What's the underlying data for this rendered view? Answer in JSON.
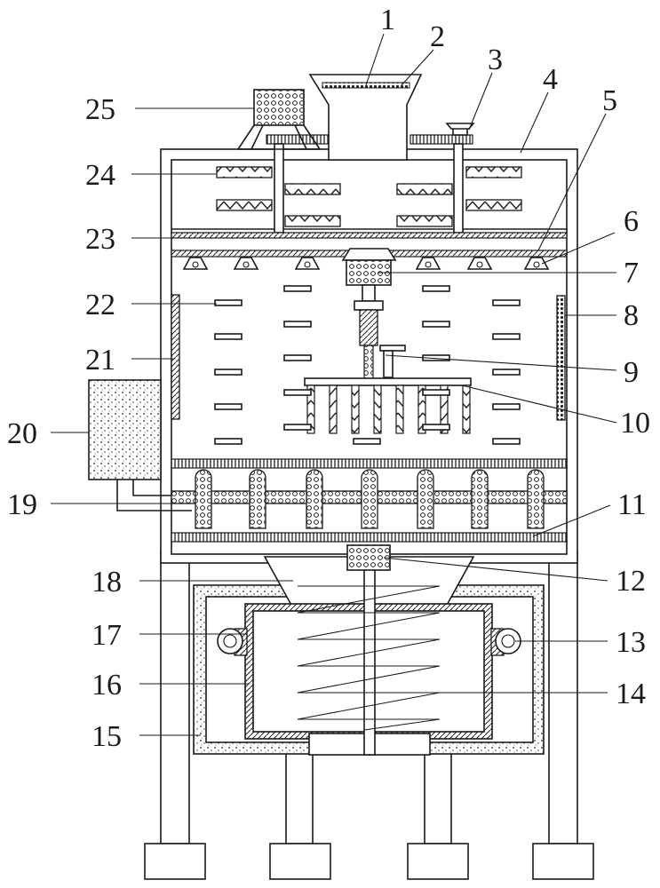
{
  "callouts": [
    {
      "id": "1",
      "text": "1"
    },
    {
      "id": "2",
      "text": "2"
    },
    {
      "id": "3",
      "text": "3"
    },
    {
      "id": "4",
      "text": "4"
    },
    {
      "id": "5",
      "text": "5"
    },
    {
      "id": "6",
      "text": "6"
    },
    {
      "id": "7",
      "text": "7"
    },
    {
      "id": "8",
      "text": "8"
    },
    {
      "id": "9",
      "text": "9"
    },
    {
      "id": "10",
      "text": "10"
    },
    {
      "id": "11",
      "text": "11"
    },
    {
      "id": "12",
      "text": "12"
    },
    {
      "id": "13",
      "text": "13"
    },
    {
      "id": "14",
      "text": "14"
    },
    {
      "id": "15",
      "text": "15"
    },
    {
      "id": "16",
      "text": "16"
    },
    {
      "id": "17",
      "text": "17"
    },
    {
      "id": "18",
      "text": "18"
    },
    {
      "id": "19",
      "text": "19"
    },
    {
      "id": "20",
      "text": "20"
    },
    {
      "id": "21",
      "text": "21"
    },
    {
      "id": "22",
      "text": "22"
    },
    {
      "id": "23",
      "text": "23"
    },
    {
      "id": "24",
      "text": "24"
    },
    {
      "id": "25",
      "text": "25"
    }
  ],
  "colors": {
    "line": "#1a1a1a",
    "background": "#ffffff"
  }
}
